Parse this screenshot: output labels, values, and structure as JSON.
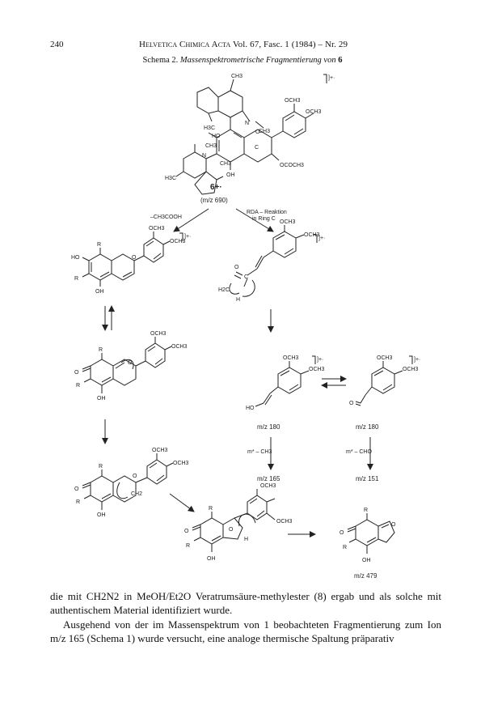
{
  "header": {
    "page_number": "240",
    "journal": "Helvetica Chimica Acta",
    "volume_info": "Vol. 67, Fasc. 1 (1984) – Nr. 29"
  },
  "scheme": {
    "caption_prefix": "Schema 2.",
    "caption_text": "Massenspektrometrische Fragmentierung von",
    "caption_compound": "6",
    "labels": {
      "ch3_a": "CH3",
      "och3_a": "OCH3",
      "och3_b": "OCH3",
      "n_a": "N",
      "ch3_b": "CH3",
      "h3c_a": "H3C",
      "ho_a": "HO",
      "ch3_c": "CH3",
      "o_ring": "O",
      "c_ring": "C",
      "n_b": "N",
      "oh_a": "OH",
      "ococh3": "OCOCH3",
      "h3c_b": "H3C",
      "ch3_d": "CH3",
      "radical_bracket": "]+·"
    },
    "parent_ion": "6+·",
    "parent_mz": "(m/z 690)",
    "loss_left": "–CH3COOH",
    "rda_line1": "RDA – Reaktion",
    "rda_line2": "in Ring C",
    "frag_left": {
      "och3_1": "OCH3",
      "och3_2": "OCH3",
      "r1": "R",
      "ho": "HO",
      "o": "O",
      "r2": "R",
      "oh": "OH"
    },
    "frag_right": {
      "och3_1": "OCH3",
      "och3_2": "OCH3",
      "o": "O",
      "c": "C",
      "h2c": "H2C",
      "h": "H"
    },
    "frag_left2": {
      "och3_1": "OCH3",
      "och3_2": "OCH3",
      "r1": "R",
      "o_plus": "O",
      "o_keto": "O",
      "r2": "R",
      "oh": "OH"
    },
    "frag_mid": {
      "och3_1": "OCH3",
      "och3_2": "OCH3",
      "ho": "HO",
      "mz": "m/z 180"
    },
    "frag_aldehyde": {
      "och3_1": "OCH3",
      "och3_2": "OCH3",
      "o": "O",
      "mz": "m/z 180"
    },
    "loss_mid": "m*  – CH3",
    "loss_right": "m*  – CHO",
    "mz165": "m/z 165",
    "mz151": "m/z 151",
    "frag_left3": {
      "och3_1": "OCH3",
      "och3_2": "OCH3",
      "r1": "R",
      "o_plus": "O",
      "ch2": "CH2",
      "o_keto": "O",
      "r2": "R",
      "oh": "OH"
    },
    "frag_bottom": {
      "och3_1": "OCH3",
      "och3_2": "OCH3",
      "r1": "R",
      "o_keto": "O",
      "o_ring": "O",
      "h": "H",
      "r2": "R",
      "oh": "OH"
    },
    "frag_final": {
      "r1": "R",
      "o_keto": "O",
      "o_plus": "O",
      "r2": "R",
      "oh": "OH",
      "mz": "m/z 479"
    }
  },
  "body": {
    "paragraph1": "die mit CH2N2 in MeOH/Et2O Veratrumsäure-methylester (8) ergab und als solche mit authentischem Material identifiziert wurde.",
    "paragraph2": "Ausgehend von der im Massenspektrum von 1 beobachteten Fragmentierung zum Ion m/z 165 (Schema 1) wurde versucht, eine analoge thermische Spaltung präparativ"
  }
}
